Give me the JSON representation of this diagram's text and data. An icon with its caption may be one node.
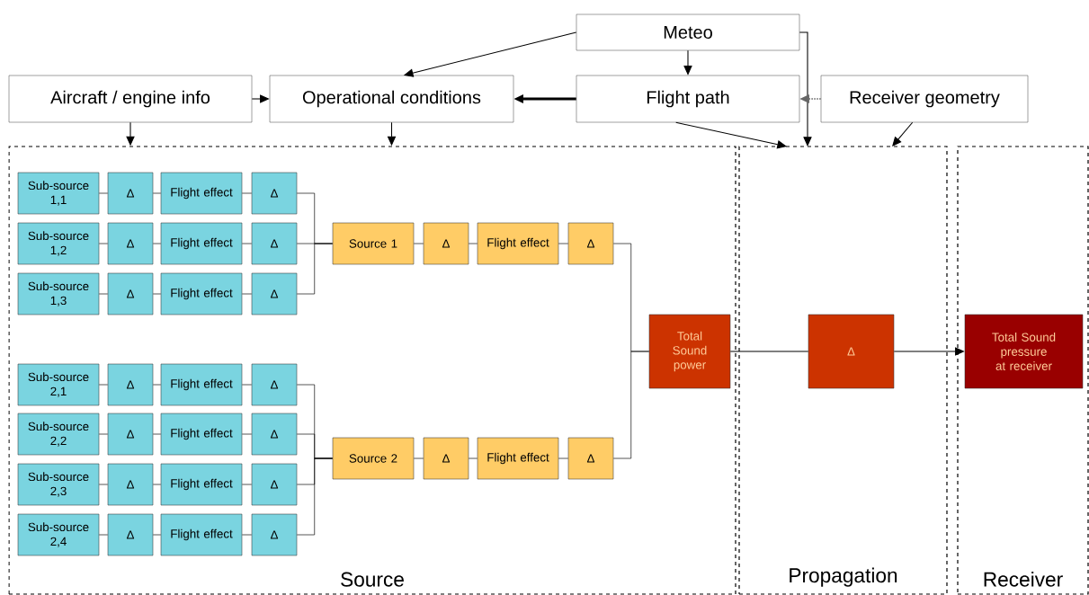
{
  "diagram": {
    "nodes": [
      {
        "text": [
          "Meteo"
        ]
      },
      {
        "text": [
          "Aircraft / engine info"
        ]
      },
      {
        "text": [
          "Operational conditions"
        ]
      },
      {
        "text": [
          "Flight path"
        ]
      },
      {
        "text": [
          "Receiver geometry"
        ]
      },
      {
        "text": [
          "Source"
        ]
      },
      {
        "text": [
          "Propagation"
        ]
      },
      {
        "text": [
          "Receiver"
        ]
      },
      {
        "text": [
          "Sub-source 1,1"
        ],
        "in": 5
      },
      {
        "text": [
          "Δ"
        ],
        "in": 5
      },
      {
        "text": [
          "Flight effect"
        ],
        "in": 5
      },
      {
        "text": [
          "Δ"
        ],
        "in": 5
      },
      {
        "text": [
          "Sub-source 1,2"
        ],
        "in": 5
      },
      {
        "text": [
          "Δ"
        ],
        "in": 5
      },
      {
        "text": [
          "Flight effect"
        ],
        "in": 5
      },
      {
        "text": [
          "Δ"
        ],
        "in": 5
      },
      {
        "text": [
          "Sub-source 1,3"
        ],
        "in": 5
      },
      {
        "text": [
          "Δ"
        ],
        "in": 5
      },
      {
        "text": [
          "Flight effect"
        ],
        "in": 5
      },
      {
        "text": [
          "Δ"
        ],
        "in": 5
      },
      {
        "text": [
          "Source 1"
        ],
        "in": 5
      },
      {
        "text": [
          "Δ"
        ],
        "in": 5
      },
      {
        "text": [
          "Flight effect"
        ],
        "in": 5
      },
      {
        "text": [
          "Δ"
        ],
        "in": 5
      },
      {
        "text": [
          "Sub-source 2,1"
        ],
        "in": 5
      },
      {
        "text": [
          "Δ"
        ],
        "in": 5
      },
      {
        "text": [
          "Flight effect"
        ],
        "in": 5
      },
      {
        "text": [
          "Δ"
        ],
        "in": 5
      },
      {
        "text": [
          "Sub-source 2,2"
        ],
        "in": 5
      },
      {
        "text": [
          "Δ"
        ],
        "in": 5
      },
      {
        "text": [
          "Flight effect"
        ],
        "in": 5
      },
      {
        "text": [
          "Δ"
        ],
        "in": 5
      },
      {
        "text": [
          "Sub-source 2,3"
        ],
        "in": 5
      },
      {
        "text": [
          "Δ"
        ],
        "in": 5
      },
      {
        "text": [
          "Flight effect"
        ],
        "in": 5
      },
      {
        "text": [
          "Δ"
        ],
        "in": 5
      },
      {
        "text": [
          "Sub-source 2,4"
        ],
        "in": 5
      },
      {
        "text": [
          "Δ"
        ],
        "in": 5
      },
      {
        "text": [
          "Flight effect"
        ],
        "in": 5
      },
      {
        "text": [
          "Δ"
        ],
        "in": 5
      },
      {
        "text": [
          "Source 2"
        ],
        "in": 5
      },
      {
        "text": [
          "Δ"
        ],
        "in": 5
      },
      {
        "text": [
          "Flight effect"
        ],
        "in": 5
      },
      {
        "text": [
          "Δ"
        ],
        "in": 5
      },
      {
        "text": [
          "Total Sound power"
        ],
        "in": 5
      },
      {
        "text": [
          "Δ"
        ],
        "in": 6
      },
      {
        "text": [
          "Total Sound pressure at receiver"
        ],
        "in": 7
      }
    ],
    "edges": [
      {
        "from": 0,
        "to": 2,
        "arrow": "to"
      },
      {
        "from": 0,
        "to": 3,
        "arrow": "to"
      },
      {
        "from": 0,
        "to": 6,
        "arrow": "to"
      },
      {
        "from": 1,
        "to": 2,
        "arrow": "to"
      },
      {
        "from": 3,
        "to": 2,
        "arrow": "to",
        "style": "thick"
      },
      {
        "from": 4,
        "to": 3,
        "arrow": "to",
        "style": "dashed",
        "color": "#666666"
      },
      {
        "from": 3,
        "to": 6,
        "arrow": "to"
      },
      {
        "from": 4,
        "to": 6,
        "arrow": "to"
      },
      {
        "from": 1,
        "to": 5,
        "arrow": "to"
      },
      {
        "from": 2,
        "to": 5,
        "arrow": "to"
      },
      {
        "from": 8,
        "to": 9,
        "arrow": "none"
      },
      {
        "from": 9,
        "to": 10,
        "arrow": "none"
      },
      {
        "from": 10,
        "to": 11,
        "arrow": "none"
      },
      {
        "from": 12,
        "to": 13,
        "arrow": "none"
      },
      {
        "from": 13,
        "to": 14,
        "arrow": "none"
      },
      {
        "from": 14,
        "to": 15,
        "arrow": "none"
      },
      {
        "from": 16,
        "to": 17,
        "arrow": "none"
      },
      {
        "from": 17,
        "to": 18,
        "arrow": "none"
      },
      {
        "from": 18,
        "to": 19,
        "arrow": "none"
      },
      {
        "from": 11,
        "to": 20,
        "arrow": "none"
      },
      {
        "from": 15,
        "to": 20,
        "arrow": "none"
      },
      {
        "from": 19,
        "to": 20,
        "arrow": "none"
      },
      {
        "from": 20,
        "to": 21,
        "arrow": "none"
      },
      {
        "from": 21,
        "to": 22,
        "arrow": "none"
      },
      {
        "from": 22,
        "to": 23,
        "arrow": "none"
      },
      {
        "from": 24,
        "to": 25,
        "arrow": "none"
      },
      {
        "from": 25,
        "to": 26,
        "arrow": "none"
      },
      {
        "from": 26,
        "to": 27,
        "arrow": "none"
      },
      {
        "from": 28,
        "to": 29,
        "arrow": "none"
      },
      {
        "from": 29,
        "to": 30,
        "arrow": "none"
      },
      {
        "from": 30,
        "to": 31,
        "arrow": "none"
      },
      {
        "from": 32,
        "to": 33,
        "arrow": "none"
      },
      {
        "from": 33,
        "to": 34,
        "arrow": "none"
      },
      {
        "from": 34,
        "to": 35,
        "arrow": "none"
      },
      {
        "from": 36,
        "to": 37,
        "arrow": "none"
      },
      {
        "from": 37,
        "to": 38,
        "arrow": "none"
      },
      {
        "from": 38,
        "to": 39,
        "arrow": "none"
      },
      {
        "from": 27,
        "to": 40,
        "arrow": "none"
      },
      {
        "from": 31,
        "to": 40,
        "arrow": "none"
      },
      {
        "from": 35,
        "to": 40,
        "arrow": "none"
      },
      {
        "from": 39,
        "to": 40,
        "arrow": "none"
      },
      {
        "from": 40,
        "to": 41,
        "arrow": "none"
      },
      {
        "from": 41,
        "to": 42,
        "arrow": "none"
      },
      {
        "from": 42,
        "to": 43,
        "arrow": "none"
      },
      {
        "from": 23,
        "to": 44,
        "arrow": "none"
      },
      {
        "from": 43,
        "to": 44,
        "arrow": "none"
      },
      {
        "from": 44,
        "to": 45,
        "arrow": "none"
      },
      {
        "from": 45,
        "to": 46,
        "arrow": "to"
      }
    ]
  }
}
